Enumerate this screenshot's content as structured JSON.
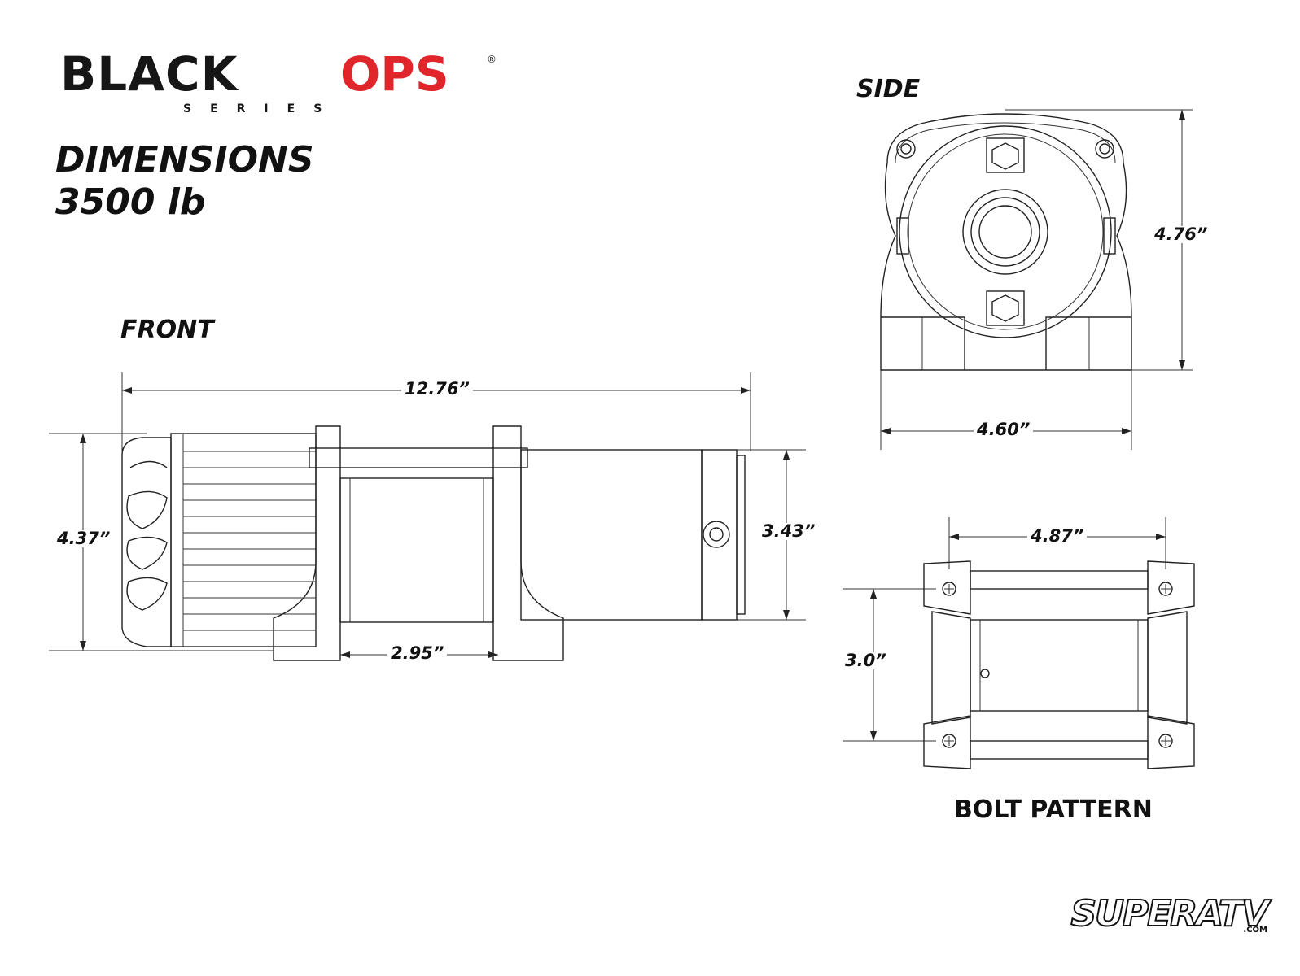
{
  "brand": {
    "black": "BLACK",
    "ops": "OPS",
    "reg": "®",
    "series": "SERIES",
    "maker": "SUPERATV",
    "maker_suffix": ".COM",
    "accent_color": "#e0262b"
  },
  "heading": {
    "line1": "DIMENSIONS",
    "line2": "3500 lb"
  },
  "views": {
    "front": "FRONT",
    "side": "SIDE",
    "bolt": "BOLT PATTERN"
  },
  "dimensions": {
    "front_length": "12.76”",
    "front_height": "4.37”",
    "motor_height": "3.43”",
    "drum_width": "2.95”",
    "side_height": "4.76”",
    "side_width": "4.60”",
    "bolt_width": "4.87”",
    "bolt_height": "3.0”"
  }
}
